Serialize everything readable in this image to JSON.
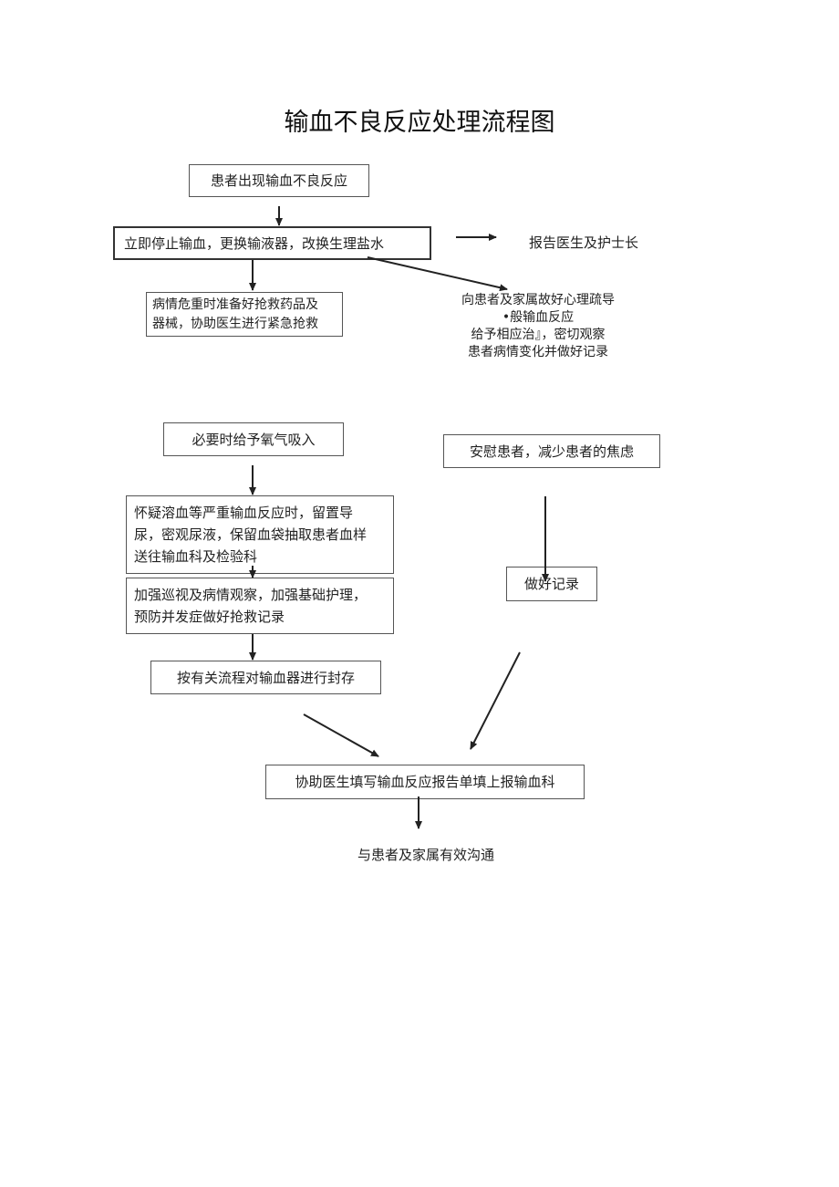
{
  "title": "输血不良反应处理流程图",
  "nodes": {
    "onset": "患者出现输血不良反应",
    "stop": "立即停止输血，更换输液器，改换生理盐水",
    "report": "报告医生及护士长",
    "critical": [
      "病情危重时准备好抢救药品及",
      "器械，协助医生进行紧急抢救"
    ],
    "comfort_guide": [
      "向患者及家属故好心理疏导",
      "•般输血反应",
      "给予相应治』，密切观察",
      "患者病情变化并做好记录"
    ],
    "oxygen": "必要时给予氧气吸入",
    "reassure": "安慰患者，减少患者的焦虑",
    "hemolysis": [
      "怀疑溶血等严重输血反应时，留置导",
      "尿，密观尿液，保留血袋抽取患者血样",
      "送往输血科及检验科"
    ],
    "record": "做好记录",
    "patrol": [
      "加强巡视及病情观察，加强基础护理，",
      "预防并发症做好抢救记录"
    ],
    "seal": "按有关流程对输血器进行封存",
    "form": "协助医生填写输血反应报告单填上报输血科",
    "communicate": "与患者及家属有效沟通"
  }
}
